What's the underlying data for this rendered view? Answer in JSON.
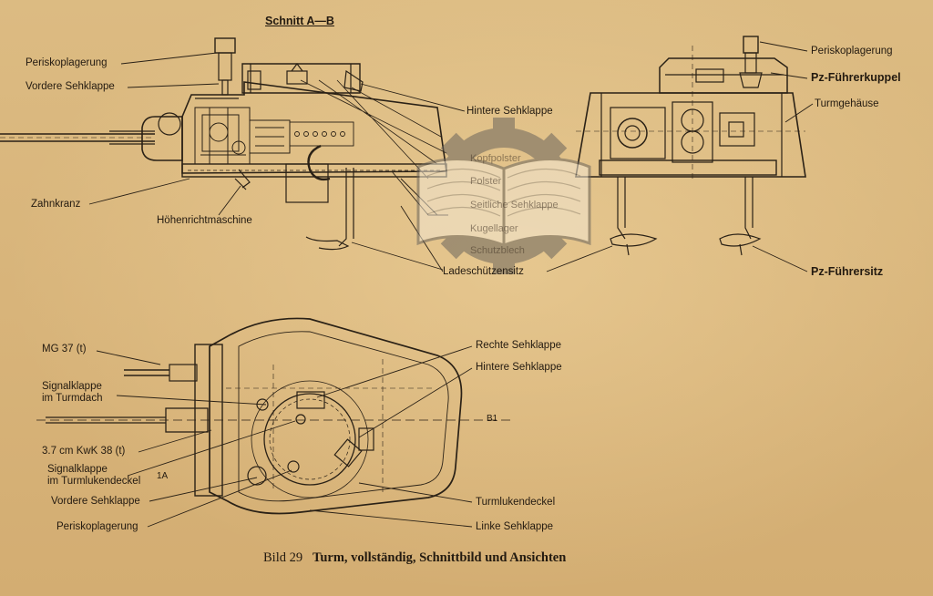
{
  "section_title": "Schnitt A—B",
  "caption": {
    "number": "Bild 29",
    "text": "Turm, vollständig, Schnittbild und Ansichten"
  },
  "side_view_labels": {
    "periskoplagerung": "Periskoplagerung",
    "vordere_sehklappe": "Vordere Sehklappe",
    "zahnkranz": "Zahnkranz",
    "hoehenrichtmaschine": "Höhenrichtmaschine",
    "hintere_sehklappe": "Hintere Sehklappe",
    "ladeschuetzensitz": "Ladeschützensitz"
  },
  "watermark_labels": [
    "Kopfpolster",
    "Polster",
    "Seitliche Sehklappe",
    "Kugellager",
    "Schutzblech"
  ],
  "front_view_labels": {
    "periskoplagerung": "Periskoplagerung",
    "fuehrerkuppel": "Pz-Führerkuppel",
    "turmgehaeuse": "Turmgehäuse",
    "fuehrersitz": "Pz-Führersitz"
  },
  "plan_view_labels": {
    "mg37": "MG 37 (t)",
    "signalklappe_dach": "Signalklappe\nim Turmdach",
    "kwk38": "3.7 cm KwK 38 (t)",
    "signalklappe_deckel": "Signalklappe\nim Turmlukendeckel",
    "vordere_sehklappe": "Vordere Sehklappe",
    "periskoplagerung": "Periskoplagerung",
    "rechte_sehklappe": "Rechte Sehklappe",
    "hintere_sehklappe": "Hintere Sehklappe",
    "turmlukendeckel": "Turmlukendeckel",
    "linke_sehklappe": "Linke Sehklappe"
  },
  "section_marks": {
    "a": "1A",
    "b": "B1"
  }
}
